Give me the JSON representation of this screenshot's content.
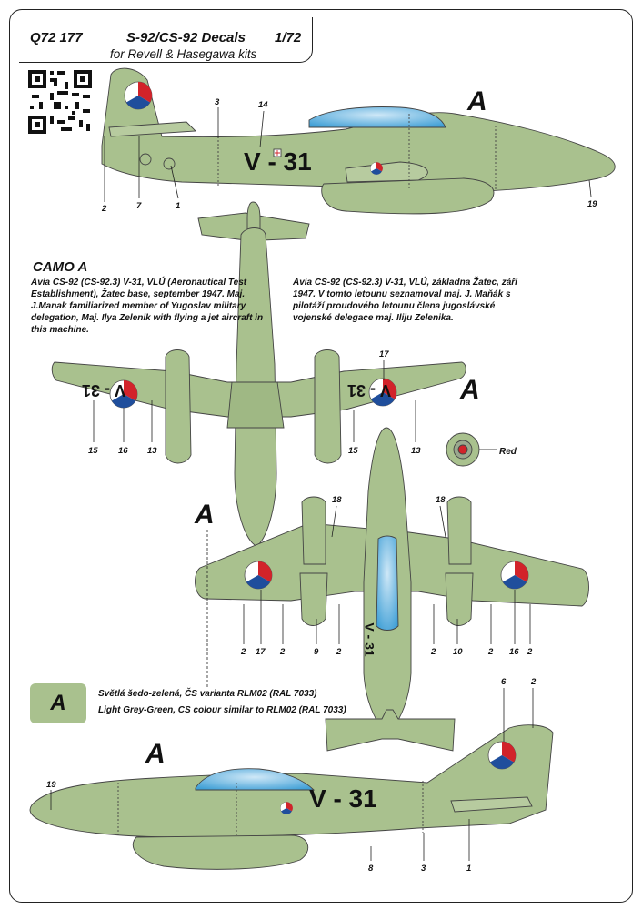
{
  "header": {
    "code": "Q72 177",
    "title": "S-92/CS-92 Decals",
    "scale": "1/72",
    "subtitle": "for Revell & Hasegawa kits"
  },
  "camo": {
    "title": "CAMO A",
    "description_en": "Avia CS-92 (CS-92.3) V-31, VLÚ (Aeronautical Test Establishment), Žatec base, september 1947. Maj. J.Manak familiarized member of Yugoslav military delegation, Maj. Ilya Zelenik with flying a jet aircraft in this machine.",
    "description_cz": "Avia CS-92 (CS-92.3) V-31, VLÚ, základna Žatec, září 1947. V tomto letounu seznamoval maj. J. Maňák s pilotáží proudového letounu člena jugoslávské vojenské delegace maj. Iliju Zelenika."
  },
  "colour": {
    "swatch_letter": "A",
    "name_cz": "Světlá šedo-zelená, ČS varianta RLM02 (RAL 7033)",
    "name_en": "Light Grey-Green, CS colour similar to RLM02 (RAL 7033)",
    "hex": "#a9c18e"
  },
  "labels": {
    "a": "A",
    "red": "Red",
    "code": "V - 31",
    "wing_code_left": "V - 31",
    "wing_code_right": "V - 31",
    "under_code": "V - 31"
  },
  "callouts": {
    "n2a": "2",
    "n7": "7",
    "n1a": "1",
    "n3a": "3",
    "n14": "14",
    "n19a": "19",
    "n15a": "15",
    "n16a": "16",
    "n13a": "13",
    "n17a": "17",
    "n15b": "15",
    "n13b": "13",
    "n18a": "18",
    "n18b": "18",
    "n2b": "2",
    "n17b": "17",
    "n2c": "2",
    "n9": "9",
    "n2d": "2",
    "n2e": "2",
    "n10": "10",
    "n2f": "2",
    "n16b": "16",
    "n2g": "2",
    "n6": "6",
    "n2h": "2",
    "n19b": "19",
    "n8": "8",
    "n3b": "3",
    "n1b": "1"
  }
}
